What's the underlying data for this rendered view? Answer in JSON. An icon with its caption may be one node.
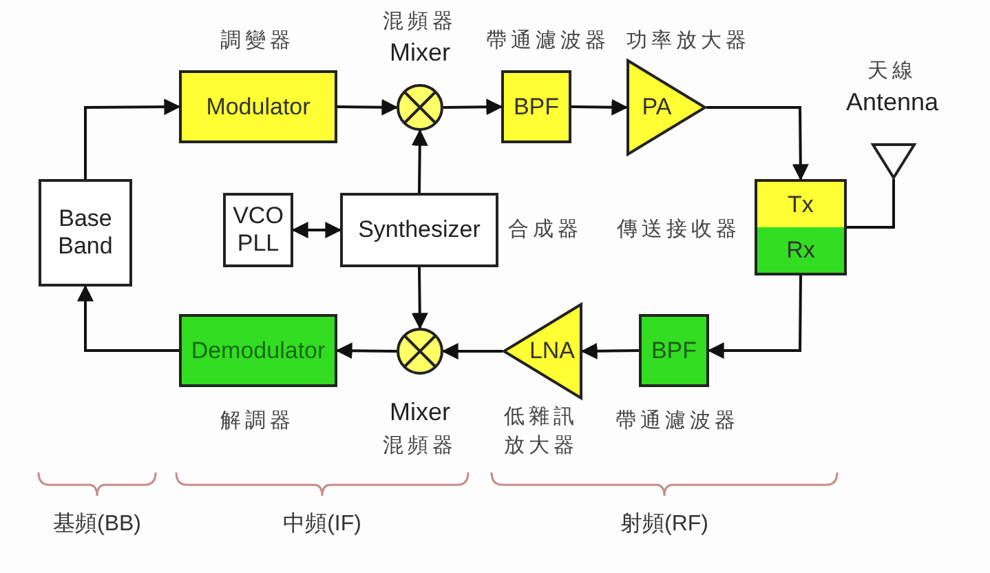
{
  "diagram": {
    "nodes": [
      {
        "text": [
          "Base Band"
        ]
      },
      {
        "text": [
          "Modulator"
        ],
        "beside": [
          "調變器"
        ]
      },
      {
        "text": [],
        "shape": "circle",
        "beside": [
          "混頻器",
          "Mixer"
        ]
      },
      {
        "text": [
          "BPF"
        ],
        "beside": [
          "帶通濾波器"
        ]
      },
      {
        "text": [
          "PA"
        ],
        "beside": [
          "功率放大器"
        ]
      },
      {
        "text": [
          "Tx",
          "Rx"
        ],
        "beside": [
          "傳送接收器"
        ]
      },
      {
        "text": [],
        "shape": "antenna",
        "beside": [
          "天線",
          "Antenna"
        ]
      },
      {
        "text": [
          "VCO PLL"
        ]
      },
      {
        "text": [
          "Synthesizer"
        ],
        "beside": [
          "合成器"
        ]
      },
      {
        "text": [
          "Demodulator"
        ],
        "beside": [
          "解調器"
        ]
      },
      {
        "text": [],
        "shape": "circle",
        "beside": [
          "Mixer",
          "混頻器"
        ]
      },
      {
        "text": [
          "LNA"
        ],
        "beside": [
          "低雜訊放大器"
        ]
      },
      {
        "text": [
          "BPF"
        ],
        "beside": [
          "帶通濾波器"
        ]
      }
    ],
    "edges": [
      {
        "from": 0,
        "to": 1,
        "arrow": "to"
      },
      {
        "from": 1,
        "to": 2,
        "arrow": "to"
      },
      {
        "from": 2,
        "to": 3,
        "arrow": "to"
      },
      {
        "from": 3,
        "to": 4,
        "arrow": "to"
      },
      {
        "from": 4,
        "to": 5,
        "arrow": "to"
      },
      {
        "from": 5,
        "to": 6,
        "arrow": "none"
      },
      {
        "from": 5,
        "to": 12,
        "arrow": "to"
      },
      {
        "from": 12,
        "to": 11,
        "arrow": "to"
      },
      {
        "from": 11,
        "to": 10,
        "arrow": "to"
      },
      {
        "from": 10,
        "to": 9,
        "arrow": "to"
      },
      {
        "from": 9,
        "to": 0,
        "arrow": "to"
      },
      {
        "from": 8,
        "to": 2,
        "arrow": "to"
      },
      {
        "from": 8,
        "to": 10,
        "arrow": "to"
      },
      {
        "from": 7,
        "to": 8,
        "arrow": "both"
      }
    ],
    "labels": [
      "基頻(BB)",
      "中頻(IF)",
      "射頻(RF)"
    ]
  }
}
